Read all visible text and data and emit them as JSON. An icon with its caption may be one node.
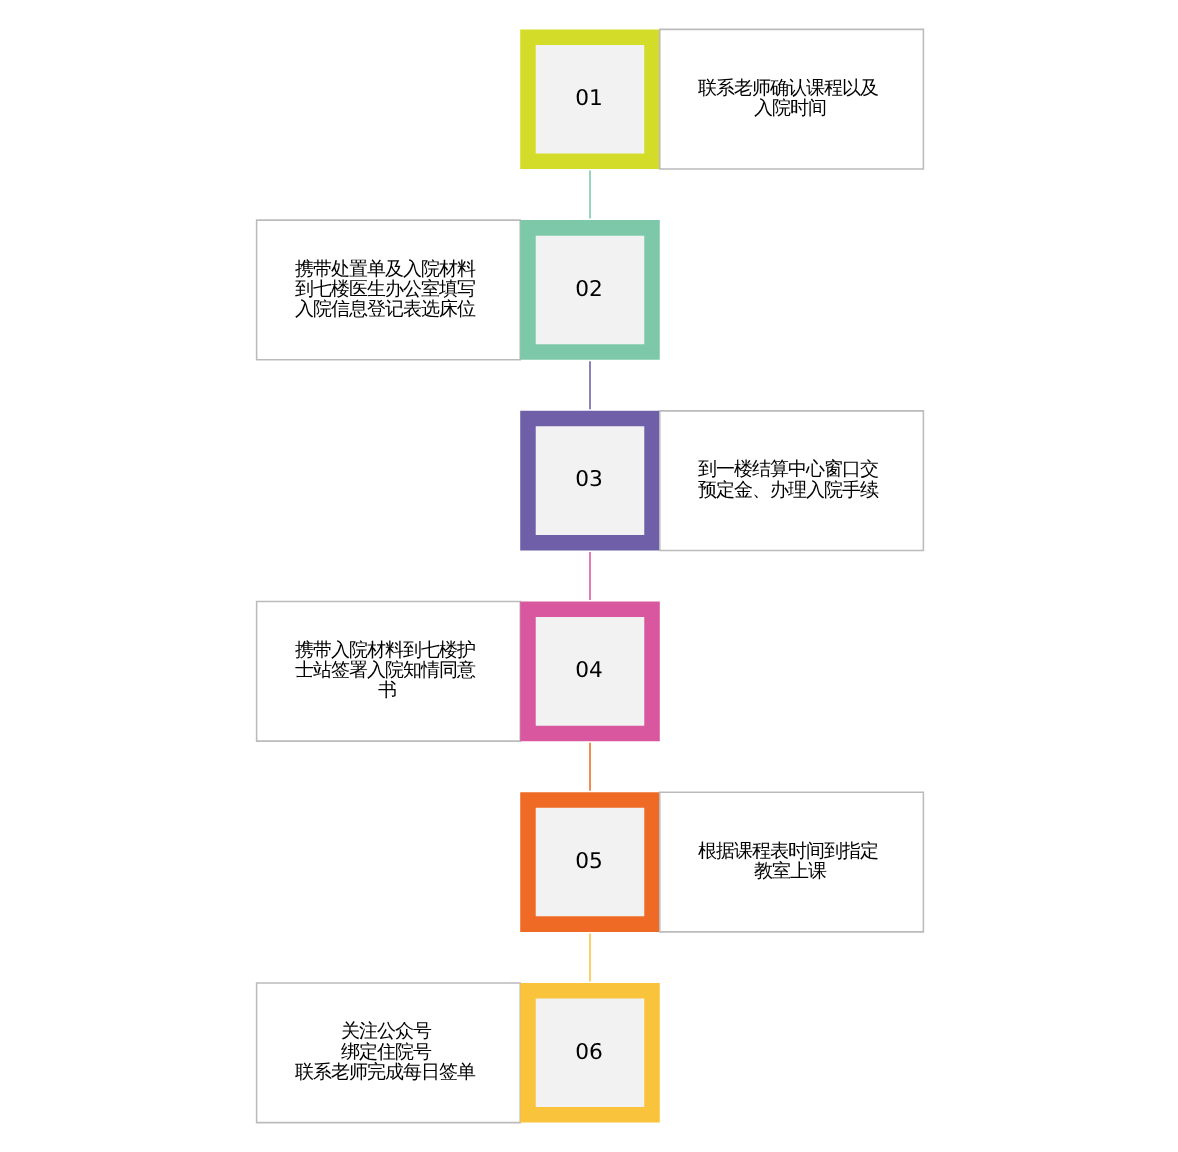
{
  "diagram": {
    "nodes": [
      {
        "text": [
          "01",
          "联系老师确认课程以及入院时间"
        ]
      },
      {
        "text": [
          "携带处置单及入院材料到七楼医生办公室填写入院信息登记表选床位",
          "02"
        ]
      },
      {
        "text": [
          "03",
          "到一楼结算中心窗口交预定金、办理入院手续"
        ]
      },
      {
        "text": [
          "携带入院材料到七楼护士站签署入院知情同意书",
          "04"
        ]
      },
      {
        "text": [
          "05",
          "根据课程表时间到指定教室上课"
        ]
      },
      {
        "text": [
          "关注公众号",
          "绑定住院号",
          "联系老师完成每日签单",
          "06"
        ]
      }
    ],
    "edges": [
      {
        "from": 0,
        "to": 1,
        "arrow": "none",
        "color": "#7ec8aa"
      },
      {
        "from": 1,
        "to": 2,
        "arrow": "none",
        "color": "#6f5ea8"
      },
      {
        "from": 2,
        "to": 3,
        "arrow": "none",
        "color": "#d9579e"
      },
      {
        "from": 3,
        "to": 4,
        "arrow": "none",
        "color": "#ef6a24"
      },
      {
        "from": 4,
        "to": 5,
        "arrow": "none",
        "color": "#f9c33c"
      }
    ]
  }
}
